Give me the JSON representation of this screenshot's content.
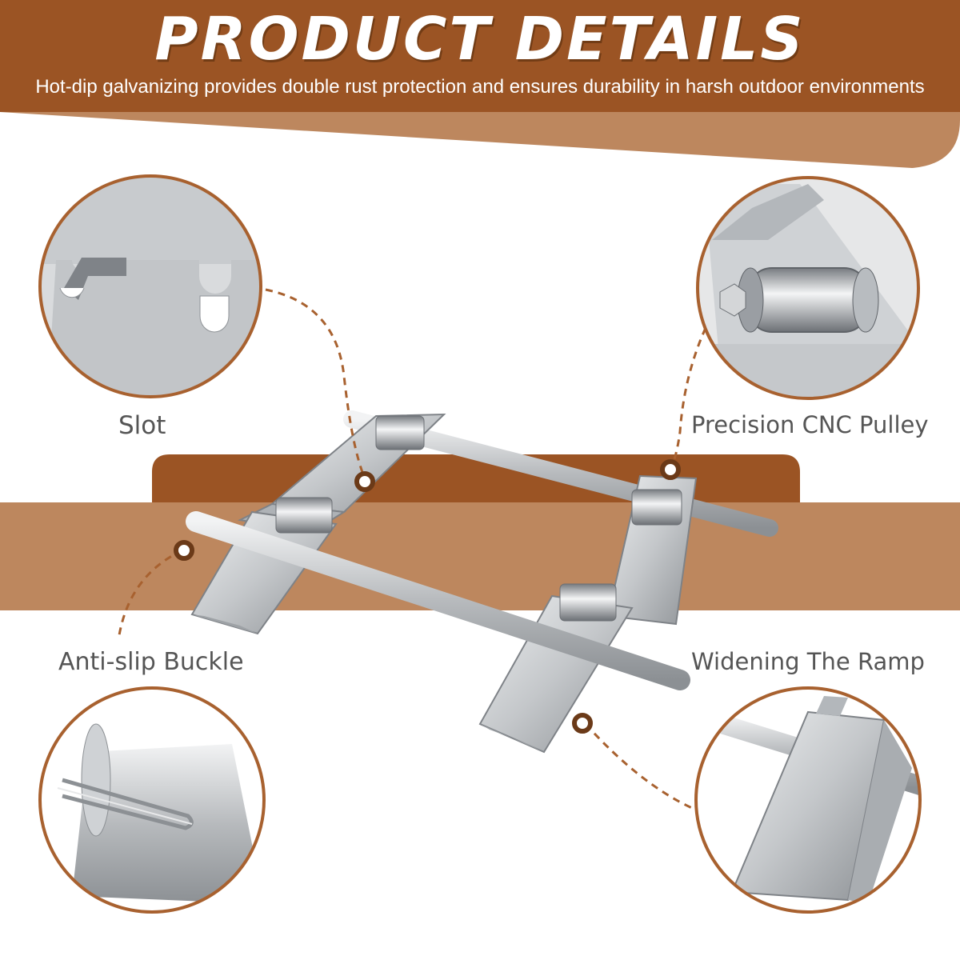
{
  "header": {
    "title": "PRODUCT DETAILS",
    "subtitle": "Hot-dip galvanizing provides double rust protection and ensures durability in harsh outdoor environments"
  },
  "callouts": {
    "slot": "Slot",
    "pulley": "Precision CNC Pulley",
    "buckle": "Anti-slip Buckle",
    "ramp": "Widening The Ramp"
  },
  "colors": {
    "banner_dark": "#9b5424",
    "banner_light": "#bd875e",
    "callout_ring": "#a8612f",
    "metal": "#c9cbcd"
  },
  "icons": {
    "marker": "dot-marker-icon"
  }
}
